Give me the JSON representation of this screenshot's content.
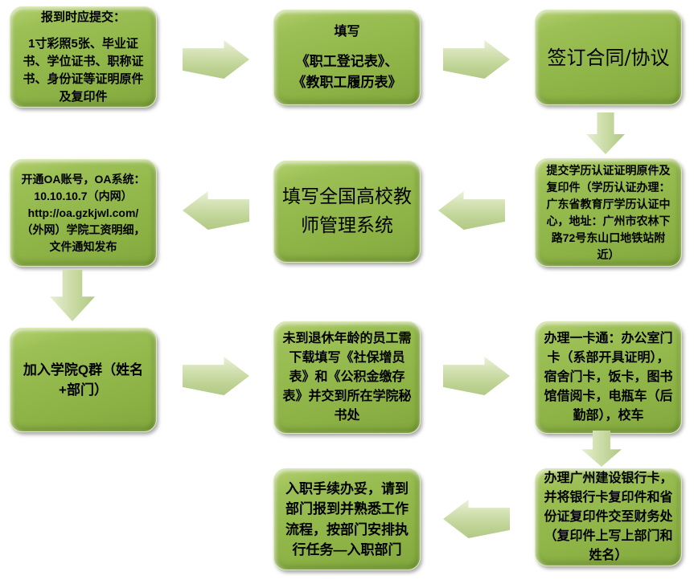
{
  "diagram": {
    "title": "staff-onboarding-flowchart",
    "colors": {
      "box_fill": "#93b84c",
      "box_highlight": "#b3cf6e",
      "box_border": "#dce9b4",
      "arrow_fill": "#c5d79e",
      "text": "#000000",
      "background": "#ffffff"
    },
    "steps": [
      {
        "id": "submit-documents",
        "heading": "报到时应提交：",
        "body": "1寸彩照5张、毕业证书、学位证书、职称证书、身份证等证明原件及复印件"
      },
      {
        "id": "fill-registration-forms",
        "heading": "填写",
        "body": "《职工登记表》、\n《教职工履历表》"
      },
      {
        "id": "sign-contract",
        "text": "签订合同/协议"
      },
      {
        "id": "submit-degree-certification",
        "text": "提交学历认证证明原件及复印件（学历认证办理：广东省教育厅学历认证中心，地址：广州市农林下路72号东山口地铁站附近）"
      },
      {
        "id": "fill-national-teacher-system",
        "text": "填写全国高校教师管理系统"
      },
      {
        "id": "open-oa-account",
        "text": "开通OA账号，OA系统：\n10.10.10.7（内网）\nhttp://oa.gzkjwl.com/\n（外网）学院工资明细，\n文件通知发布"
      },
      {
        "id": "join-college-q-group",
        "text": "加入学院Q群（姓名+部门）"
      },
      {
        "id": "fill-social-security-forms",
        "text": "未到退休年龄的员工需下载填写《社保增员表》和《公积金缴存表》并交到所在学院秘书处"
      },
      {
        "id": "apply-all-in-one-card",
        "text": "办理一卡通：办公室门卡（系部开具证明），宿舍门卡，饭卡，图书馆借阅卡，电瓶车（后勤部），校车"
      },
      {
        "id": "apply-bank-card",
        "text": "办理广州建设银行卡，并将银行卡复印件和省份证复印件交至财务处（复印件上写上部门和姓名）"
      },
      {
        "id": "report-to-department",
        "text": "入职手续办妥，请到部门报到并熟悉工作流程，按部门安排执行任务—入职部门"
      }
    ]
  }
}
